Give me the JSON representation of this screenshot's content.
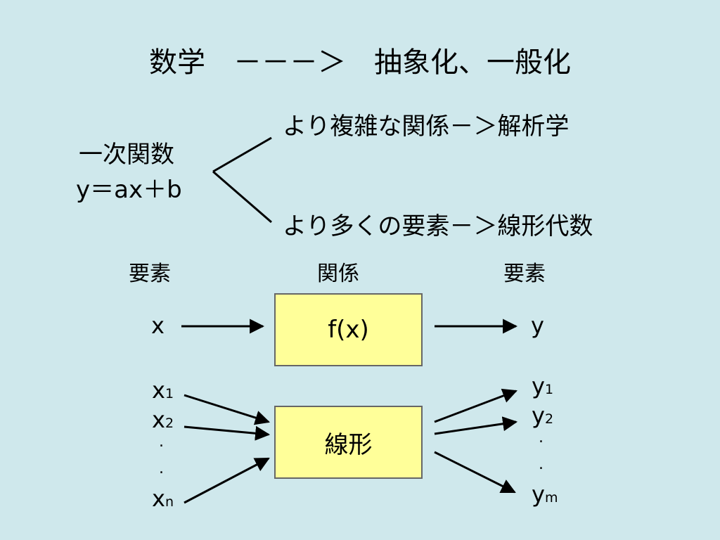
{
  "title": "数学　－－－＞　抽象化、一般化",
  "left_block": {
    "line1": "一次関数",
    "line2": "y＝ax＋b"
  },
  "branches": {
    "upper": "より複雑な関係－＞解析学",
    "lower": "より多くの要素－＞線形代数"
  },
  "headings": {
    "left": "要素",
    "middle": "関係",
    "right": "要素"
  },
  "function_row": {
    "input": "x",
    "box": "f(x)",
    "output": "y"
  },
  "linear_row": {
    "box": "線形",
    "inputs": [
      {
        "base": "x",
        "sub": "1"
      },
      {
        "base": "x",
        "sub": "2"
      },
      {
        "base": "x",
        "sub": "n"
      }
    ],
    "outputs": [
      {
        "base": "y",
        "sub": "1"
      },
      {
        "base": "y",
        "sub": "2"
      },
      {
        "base": "y",
        "sub": "m"
      }
    ],
    "ellipsis_dot": "."
  }
}
